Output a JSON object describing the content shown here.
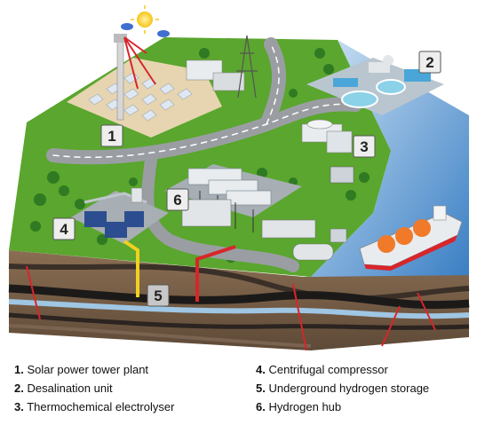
{
  "markers": [
    {
      "num": "1"
    },
    {
      "num": "2"
    },
    {
      "num": "3"
    },
    {
      "num": "4"
    },
    {
      "num": "5"
    },
    {
      "num": "6"
    }
  ],
  "legend": {
    "left": [
      {
        "num": "1.",
        "label": "Solar power tower plant"
      },
      {
        "num": "2.",
        "label": "Desalination unit"
      },
      {
        "num": "3.",
        "label": "Thermochemical electrolyser"
      }
    ],
    "right": [
      {
        "num": "4.",
        "label": "Centrifugal compressor"
      },
      {
        "num": "5.",
        "label": "Underground hydrogen storage"
      },
      {
        "num": "6.",
        "label": "Hydrogen hub"
      }
    ]
  },
  "colors": {
    "grass": "#5aa62e",
    "road": "#9a9ea3",
    "sea": "#4f8fcf",
    "ship_tanks": "#f07a2a",
    "yellow_pipe": "#f0d020",
    "red_pipe": "#d8252a",
    "sun": "#f7c51a"
  }
}
